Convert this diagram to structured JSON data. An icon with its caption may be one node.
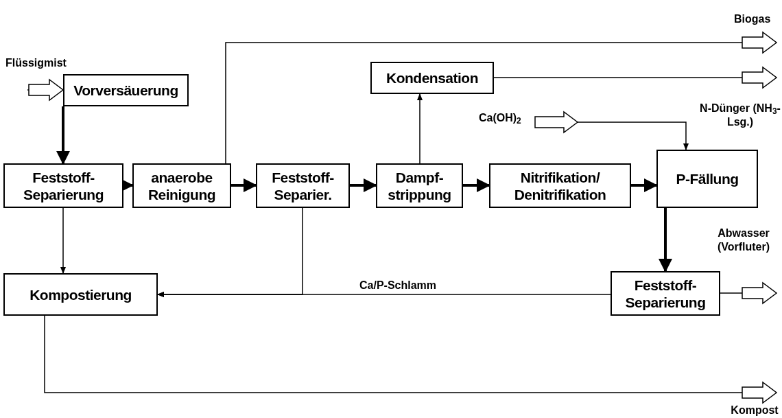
{
  "diagram": {
    "nodes": [
      {
        "text": [
          "Vorversäuerung"
        ]
      },
      {
        "text": [
          "Kondensation"
        ]
      },
      {
        "text": [
          "Feststoff- Separierung"
        ]
      },
      {
        "text": [
          "anaerobe Reinigung"
        ]
      },
      {
        "text": [
          "Feststoff- Separier."
        ]
      },
      {
        "text": [
          "Dampf- strippung"
        ]
      },
      {
        "text": [
          "Nitrifikation/ Denitrifikation"
        ]
      },
      {
        "text": [
          "P-Fällung"
        ]
      },
      {
        "text": [
          "Kompostierung"
        ]
      },
      {
        "text": [
          "Feststoff- Separierung"
        ]
      },
      {
        "text": [
          "Kompost"
        ]
      }
    ],
    "edges": [
      {
        "from": null,
        "to": 0,
        "arrow": "to"
      },
      {
        "from": 0,
        "to": 2,
        "arrow": "to",
        "style": "thick"
      },
      {
        "from": 2,
        "to": 3,
        "arrow": "to",
        "style": "thick"
      },
      {
        "from": 3,
        "to": 4,
        "arrow": "to",
        "style": "thick"
      },
      {
        "from": 4,
        "to": 5,
        "arrow": "to",
        "style": "thick"
      },
      {
        "from": 5,
        "to": 6,
        "arrow": "to",
        "style": "thick"
      },
      {
        "from": 6,
        "to": 7,
        "arrow": "to",
        "style": "thick"
      },
      {
        "from": 7,
        "to": 9,
        "arrow": "to",
        "style": "thick"
      },
      {
        "from": 2,
        "to": 8,
        "arrow": "to"
      },
      {
        "from": 4,
        "to": 8,
        "arrow": "to"
      },
      {
        "from": 9,
        "to": 8,
        "arrow": "to",
        "label": "Ca/P-Schlamm"
      },
      {
        "from": 5,
        "to": 1,
        "arrow": "to"
      },
      {
        "from": 3,
        "to": null,
        "arrow": "to"
      },
      {
        "from": 1,
        "to": null,
        "arrow": "to"
      },
      {
        "from": null,
        "to": 7,
        "arrow": "to"
      },
      {
        "from": 9,
        "to": null,
        "arrow": "to"
      },
      {
        "from": 8,
        "to": 10,
        "arrow": "to"
      }
    ],
    "labels": [
      "Flüssigmist",
      "Biogas",
      "Ca(OH)$_{2}$",
      "N-Dünger (NH$_{3}$-Lsg.)",
      "Abwasser (Vorfluter)"
    ]
  }
}
